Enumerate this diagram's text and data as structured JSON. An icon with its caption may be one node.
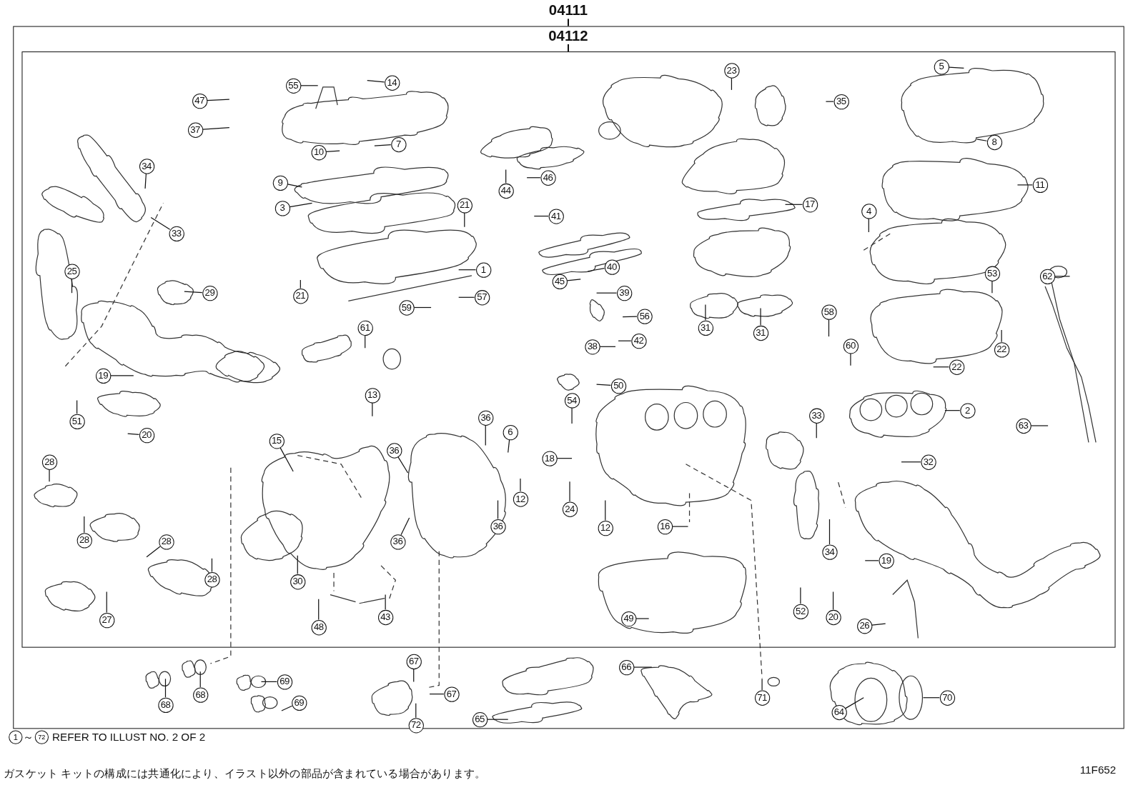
{
  "diagram": {
    "nodes": [
      {
        "text": [
          "04111"
        ]
      },
      {
        "text": [
          "04112"
        ],
        "in": 0
      },
      {
        "text": [
          "55"
        ],
        "in": 1
      },
      {
        "text": [
          "14"
        ],
        "in": 1
      },
      {
        "text": [
          "47"
        ],
        "in": 1
      },
      {
        "text": [
          "37"
        ],
        "in": 1
      },
      {
        "text": [
          "23"
        ],
        "in": 1
      },
      {
        "text": [
          "35"
        ],
        "in": 1
      },
      {
        "text": [
          "5"
        ],
        "in": 1
      },
      {
        "text": [
          "8"
        ],
        "in": 1
      },
      {
        "text": [
          "10"
        ],
        "in": 1
      },
      {
        "text": [
          "7"
        ],
        "in": 1
      },
      {
        "text": [
          "34"
        ],
        "in": 1
      },
      {
        "text": [
          "9"
        ],
        "in": 1
      },
      {
        "text": [
          "44"
        ],
        "in": 1
      },
      {
        "text": [
          "46"
        ],
        "in": 1
      },
      {
        "text": [
          "11"
        ],
        "in": 1
      },
      {
        "text": [
          "17"
        ],
        "in": 1
      },
      {
        "text": [
          "3"
        ],
        "in": 1
      },
      {
        "text": [
          "21"
        ],
        "in": 1
      },
      {
        "text": [
          "4"
        ],
        "in": 1
      },
      {
        "text": [
          "41"
        ],
        "in": 1
      },
      {
        "text": [
          "33"
        ],
        "in": 1
      },
      {
        "text": [
          "1"
        ],
        "in": 1
      },
      {
        "text": [
          "25"
        ],
        "in": 1
      },
      {
        "text": [
          "40"
        ],
        "in": 1
      },
      {
        "text": [
          "45"
        ],
        "in": 1
      },
      {
        "text": [
          "62"
        ],
        "in": 1
      },
      {
        "text": [
          "53"
        ],
        "in": 1
      },
      {
        "text": [
          "29"
        ],
        "in": 1
      },
      {
        "text": [
          "39"
        ],
        "in": 1
      },
      {
        "text": [
          "21"
        ],
        "in": 1
      },
      {
        "text": [
          "57"
        ],
        "in": 1
      },
      {
        "text": [
          "59"
        ],
        "in": 1
      },
      {
        "text": [
          "56"
        ],
        "in": 1
      },
      {
        "text": [
          "58"
        ],
        "in": 1
      },
      {
        "text": [
          "31"
        ],
        "in": 1
      },
      {
        "text": [
          "31"
        ],
        "in": 1
      },
      {
        "text": [
          "61"
        ],
        "in": 1
      },
      {
        "text": [
          "42"
        ],
        "in": 1
      },
      {
        "text": [
          "38"
        ],
        "in": 1
      },
      {
        "text": [
          "60"
        ],
        "in": 1
      },
      {
        "text": [
          "22"
        ],
        "in": 1
      },
      {
        "text": [
          "22"
        ],
        "in": 1
      },
      {
        "text": [
          "19"
        ],
        "in": 1
      },
      {
        "text": [
          "50"
        ],
        "in": 1
      },
      {
        "text": [
          "13"
        ],
        "in": 1
      },
      {
        "text": [
          "54"
        ],
        "in": 1
      },
      {
        "text": [
          "2"
        ],
        "in": 1
      },
      {
        "text": [
          "33"
        ],
        "in": 1
      },
      {
        "text": [
          "36"
        ],
        "in": 1
      },
      {
        "text": [
          "51"
        ],
        "in": 1
      },
      {
        "text": [
          "63"
        ],
        "in": 1
      },
      {
        "text": [
          "6"
        ],
        "in": 1
      },
      {
        "text": [
          "20"
        ],
        "in": 1
      },
      {
        "text": [
          "15"
        ],
        "in": 1
      },
      {
        "text": [
          "36"
        ],
        "in": 1
      },
      {
        "text": [
          "18"
        ],
        "in": 1
      },
      {
        "text": [
          "32"
        ],
        "in": 1
      },
      {
        "text": [
          "28"
        ],
        "in": 1
      },
      {
        "text": [
          "12"
        ],
        "in": 1
      },
      {
        "text": [
          "24"
        ],
        "in": 1
      },
      {
        "text": [
          "36"
        ],
        "in": 1
      },
      {
        "text": [
          "12"
        ],
        "in": 1
      },
      {
        "text": [
          "16"
        ],
        "in": 1
      },
      {
        "text": [
          "28"
        ],
        "in": 1
      },
      {
        "text": [
          "28"
        ],
        "in": 1
      },
      {
        "text": [
          "36"
        ],
        "in": 1
      },
      {
        "text": [
          "34"
        ],
        "in": 1
      },
      {
        "text": [
          "19"
        ],
        "in": 1
      },
      {
        "text": [
          "28"
        ],
        "in": 1
      },
      {
        "text": [
          "30"
        ],
        "in": 1
      },
      {
        "text": [
          "52"
        ],
        "in": 1
      },
      {
        "text": [
          "20"
        ],
        "in": 1
      },
      {
        "text": [
          "43"
        ],
        "in": 1
      },
      {
        "text": [
          "49"
        ],
        "in": 1
      },
      {
        "text": [
          "27"
        ],
        "in": 1
      },
      {
        "text": [
          "48"
        ],
        "in": 1
      },
      {
        "text": [
          "26"
        ],
        "in": 1
      },
      {
        "text": [
          "67"
        ],
        "in": 0
      },
      {
        "text": [
          "66"
        ],
        "in": 0
      },
      {
        "text": [
          "69"
        ],
        "in": 0
      },
      {
        "text": [
          "68"
        ],
        "in": 0
      },
      {
        "text": [
          "67"
        ],
        "in": 0
      },
      {
        "text": [
          "70"
        ],
        "in": 0
      },
      {
        "text": [
          "71"
        ],
        "in": 0
      },
      {
        "text": [
          "69"
        ],
        "in": 0
      },
      {
        "text": [
          "68"
        ],
        "in": 0
      },
      {
        "text": [
          "64"
        ],
        "in": 0
      },
      {
        "text": [
          "65"
        ],
        "in": 0
      },
      {
        "text": [
          "72"
        ],
        "in": 0
      }
    ],
    "edges": [
      {
        "from": 2,
        "to": null,
        "arrow": "none"
      },
      {
        "from": 3,
        "to": null,
        "arrow": "none"
      },
      {
        "from": 4,
        "to": null,
        "arrow": "none"
      },
      {
        "from": 5,
        "to": null,
        "arrow": "none"
      },
      {
        "from": 6,
        "to": null,
        "arrow": "none"
      },
      {
        "from": 7,
        "to": null,
        "arrow": "none"
      },
      {
        "from": 8,
        "to": null,
        "arrow": "none"
      },
      {
        "from": 9,
        "to": null,
        "arrow": "none"
      },
      {
        "from": 10,
        "to": null,
        "arrow": "none"
      },
      {
        "from": 11,
        "to": null,
        "arrow": "none"
      },
      {
        "from": 12,
        "to": null,
        "arrow": "none"
      },
      {
        "from": 13,
        "to": null,
        "arrow": "none"
      },
      {
        "from": 14,
        "to": null,
        "arrow": "none"
      },
      {
        "from": 15,
        "to": null,
        "arrow": "none"
      },
      {
        "from": 16,
        "to": null,
        "arrow": "none"
      },
      {
        "from": 17,
        "to": null,
        "arrow": "none"
      },
      {
        "from": 18,
        "to": null,
        "arrow": "none"
      },
      {
        "from": 19,
        "to": null,
        "arrow": "none"
      },
      {
        "from": 20,
        "to": null,
        "arrow": "none"
      },
      {
        "from": 21,
        "to": null,
        "arrow": "none"
      },
      {
        "from": 22,
        "to": null,
        "arrow": "none"
      },
      {
        "from": 23,
        "to": null,
        "arrow": "none"
      },
      {
        "from": 24,
        "to": null,
        "arrow": "none"
      },
      {
        "from": 25,
        "to": null,
        "arrow": "none"
      },
      {
        "from": 26,
        "to": null,
        "arrow": "none"
      },
      {
        "from": 27,
        "to": null,
        "arrow": "none"
      },
      {
        "from": 28,
        "to": null,
        "arrow": "none"
      },
      {
        "from": 29,
        "to": null,
        "arrow": "none"
      },
      {
        "from": 30,
        "to": null,
        "arrow": "none"
      },
      {
        "from": 31,
        "to": null,
        "arrow": "none"
      },
      {
        "from": 32,
        "to": null,
        "arrow": "none"
      },
      {
        "from": 33,
        "to": null,
        "arrow": "none"
      },
      {
        "from": 34,
        "to": null,
        "arrow": "none"
      },
      {
        "from": 35,
        "to": null,
        "arrow": "none"
      },
      {
        "from": 36,
        "to": null,
        "arrow": "none"
      },
      {
        "from": 37,
        "to": null,
        "arrow": "none"
      },
      {
        "from": 38,
        "to": null,
        "arrow": "none"
      },
      {
        "from": 39,
        "to": null,
        "arrow": "none"
      },
      {
        "from": 40,
        "to": null,
        "arrow": "none"
      },
      {
        "from": 41,
        "to": null,
        "arrow": "none"
      },
      {
        "from": 42,
        "to": null,
        "arrow": "none"
      },
      {
        "from": 43,
        "to": null,
        "arrow": "none"
      },
      {
        "from": 44,
        "to": null,
        "arrow": "none"
      },
      {
        "from": 45,
        "to": null,
        "arrow": "none"
      },
      {
        "from": 46,
        "to": null,
        "arrow": "none"
      },
      {
        "from": 47,
        "to": null,
        "arrow": "none"
      },
      {
        "from": 48,
        "to": null,
        "arrow": "none"
      },
      {
        "from": 49,
        "to": null,
        "arrow": "none"
      },
      {
        "from": 50,
        "to": null,
        "arrow": "none"
      },
      {
        "from": 51,
        "to": null,
        "arrow": "none"
      },
      {
        "from": 52,
        "to": null,
        "arrow": "none"
      },
      {
        "from": 53,
        "to": null,
        "arrow": "none"
      },
      {
        "from": 54,
        "to": null,
        "arrow": "none"
      },
      {
        "from": 55,
        "to": null,
        "arrow": "none"
      },
      {
        "from": 56,
        "to": null,
        "arrow": "none"
      },
      {
        "from": 57,
        "to": null,
        "arrow": "none"
      },
      {
        "from": 58,
        "to": null,
        "arrow": "none"
      },
      {
        "from": 59,
        "to": null,
        "arrow": "none"
      },
      {
        "from": 60,
        "to": null,
        "arrow": "none"
      },
      {
        "from": 61,
        "to": null,
        "arrow": "none"
      },
      {
        "from": 62,
        "to": null,
        "arrow": "none"
      },
      {
        "from": 63,
        "to": null,
        "arrow": "none"
      },
      {
        "from": 64,
        "to": null,
        "arrow": "none"
      },
      {
        "from": 65,
        "to": null,
        "arrow": "none"
      },
      {
        "from": 66,
        "to": null,
        "arrow": "none"
      },
      {
        "from": 67,
        "to": null,
        "arrow": "none"
      },
      {
        "from": 68,
        "to": null,
        "arrow": "none"
      },
      {
        "from": 69,
        "to": null,
        "arrow": "none"
      },
      {
        "from": 70,
        "to": null,
        "arrow": "none"
      },
      {
        "from": 71,
        "to": null,
        "arrow": "none"
      },
      {
        "from": 72,
        "to": null,
        "arrow": "none"
      },
      {
        "from": 73,
        "to": null,
        "arrow": "none"
      },
      {
        "from": 74,
        "to": null,
        "arrow": "none"
      },
      {
        "from": 75,
        "to": null,
        "arrow": "none"
      },
      {
        "from": 76,
        "to": null,
        "arrow": "none"
      },
      {
        "from": 77,
        "to": null,
        "arrow": "none"
      },
      {
        "from": 78,
        "to": null,
        "arrow": "none"
      },
      {
        "from": 79,
        "to": null,
        "arrow": "none"
      },
      {
        "from": 80,
        "to": null,
        "arrow": "none"
      },
      {
        "from": 81,
        "to": null,
        "arrow": "none"
      },
      {
        "from": 82,
        "to": null,
        "arrow": "none"
      },
      {
        "from": 83,
        "to": null,
        "arrow": "none"
      },
      {
        "from": 84,
        "to": null,
        "arrow": "none"
      },
      {
        "from": 85,
        "to": null,
        "arrow": "none"
      },
      {
        "from": 86,
        "to": null,
        "arrow": "none"
      },
      {
        "from": 87,
        "to": null,
        "arrow": "none"
      },
      {
        "from": 88,
        "to": null,
        "arrow": "none"
      },
      {
        "from": 89,
        "to": null,
        "arrow": "none"
      },
      {
        "from": 90,
        "to": null,
        "arrow": "none"
      }
    ],
    "labels": [
      "1",
      "～",
      "72",
      "REFER TO ILLUST NO. 2 OF 2",
      "ガスケット キットの構成には共通化により、イラスト以外の部品が含まれている場合があります。",
      "11F652"
    ]
  }
}
